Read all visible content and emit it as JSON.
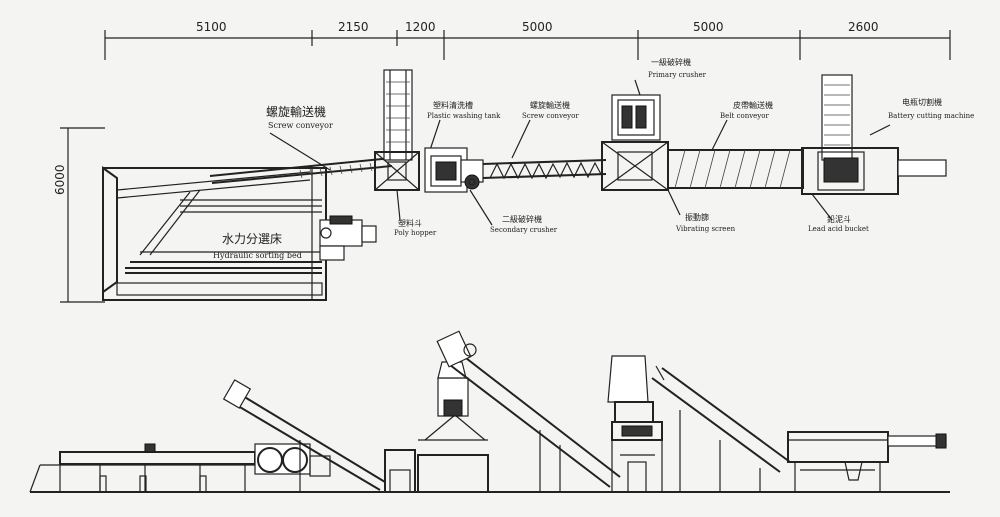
{
  "dimensions": {
    "top": [
      "5100",
      "2150",
      "1200",
      "5000",
      "5000",
      "2600"
    ],
    "height": "6000"
  },
  "labels": {
    "screw_conveyor_cn": "螺旋輸送機",
    "screw_conveyor_en": "Screw conveyor",
    "plastic_washing_tank_cn": "塑料清洗槽",
    "plastic_washing_tank_en": "Plastic washing tank",
    "screw_conveyor2_cn": "螺旋輸送機",
    "screw_conveyor2_en": "Screw conveyor",
    "primary_crusher_cn": "一級破碎機",
    "primary_crusher_en": "Primary crusher",
    "belt_conveyor_cn": "皮帶輸送機",
    "belt_conveyor_en": "Belt conveyor",
    "battery_cutting_cn": "电瓶切割機",
    "battery_cutting_en": "Battery cutting machine",
    "hydraulic_sorting_cn": "水力分選床",
    "hydraulic_sorting_en": "Hydraulic sorting bed",
    "poly_hopper_cn": "塑料斗",
    "poly_hopper_en": "Poly hopper",
    "secondary_crusher_cn": "二級破碎機",
    "secondary_crusher_en": "Secondary crusher",
    "vibrating_screen_cn": "振動篩",
    "vibrating_screen_en": "Vibrating screen",
    "lead_acid_bucket_cn": "鉛泥斗",
    "lead_acid_bucket_en": "Lead acid bucket"
  }
}
